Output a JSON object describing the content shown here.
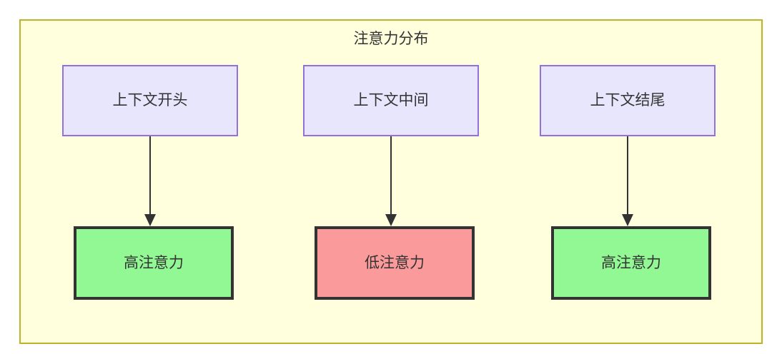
{
  "diagram": {
    "title": "注意力分布",
    "background_color": "#ffffdd",
    "border_color": "#bdb429",
    "type": "flowchart",
    "direction": "top-to-bottom",
    "nodes": [
      {
        "id": "ctx-start",
        "label": "上下文开头",
        "row": "top",
        "fill": "#e8e6fd",
        "stroke": "#9370db"
      },
      {
        "id": "ctx-mid",
        "label": "上下文中间",
        "row": "top",
        "fill": "#e8e6fd",
        "stroke": "#9370db"
      },
      {
        "id": "ctx-end",
        "label": "上下文结尾",
        "row": "top",
        "fill": "#e8e6fd",
        "stroke": "#9370db"
      },
      {
        "id": "attn-start",
        "label": "高注意力",
        "row": "bottom",
        "fill": "#92f894",
        "stroke": "#333333"
      },
      {
        "id": "attn-mid",
        "label": "低注意力",
        "row": "bottom",
        "fill": "#fb9a9a",
        "stroke": "#333333"
      },
      {
        "id": "attn-end",
        "label": "高注意力",
        "row": "bottom",
        "fill": "#92f894",
        "stroke": "#333333"
      }
    ],
    "edges": [
      {
        "from": "ctx-start",
        "to": "attn-start",
        "label": ""
      },
      {
        "from": "ctx-mid",
        "to": "attn-mid",
        "label": ""
      },
      {
        "from": "ctx-end",
        "to": "attn-end",
        "label": ""
      }
    ]
  }
}
